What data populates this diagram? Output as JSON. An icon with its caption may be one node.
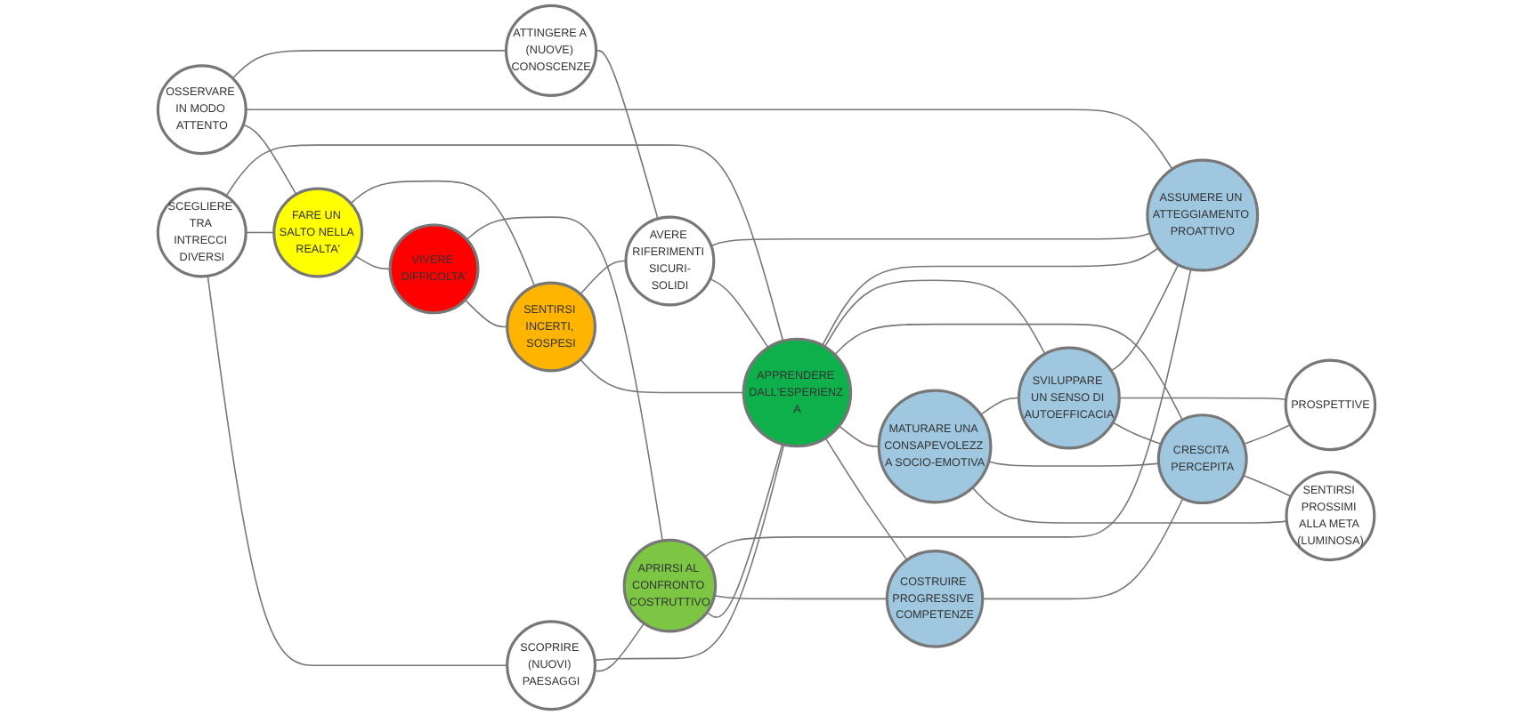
{
  "diagram": {
    "nodes": [
      {
        "text": [
          "SCEGLIERE TRA INTRECCI DIVERSI"
        ]
      },
      {
        "text": [
          "SCOPRIRE (NUOVI) PAESAGGI"
        ]
      },
      {
        "text": [
          "FARE UN SALTO NELLA REALTA'"
        ]
      },
      {
        "text": [
          "VIVERE DIFFICOLTA'"
        ]
      },
      {
        "text": [
          "OSSERVARE IN MODO ATTENTO"
        ]
      },
      {
        "text": [
          "APRIRSI AL CONFRONTO COSTRUTTIVO"
        ]
      },
      {
        "text": [
          "APPRENDERE DALL'ESPERIENZ A"
        ]
      },
      {
        "text": [
          "SENTIRSI INCERTI, SOSPESI"
        ]
      },
      {
        "text": [
          "ATTINGERE A (NUOVE) CONOSCENZE"
        ]
      },
      {
        "text": [
          "AVERE RIFERIMENTI SICURI-SOLIDI"
        ]
      },
      {
        "text": [
          "COSTRUIRE PROGRESSIVE COMPETENZE"
        ]
      },
      {
        "text": [
          "MATURARE UNA CONSAPEVOLEZZ A SOCIO-EMOTIVA"
        ]
      },
      {
        "text": [
          "SENTIRSI PROSSIMI ALLA META (LUMINOSA)"
        ]
      },
      {
        "text": [
          "CRESCITA PERCEPITA"
        ]
      },
      {
        "text": [
          "SVILUPPARE UN SENSO DI AUTOEFFICACIA"
        ]
      },
      {
        "text": [
          "PROSPETTIVE"
        ]
      },
      {
        "text": [
          "ASSUMERE UN ATTEGGIAMENTO PROATTIVO"
        ]
      }
    ],
    "edges": [
      {
        "from": 0,
        "to": 1,
        "arrow": "none"
      },
      {
        "from": 0,
        "to": 2,
        "arrow": "none"
      },
      {
        "from": 0,
        "to": 6,
        "arrow": "none"
      },
      {
        "from": 1,
        "to": 5,
        "arrow": "none"
      },
      {
        "from": 1,
        "to": 6,
        "arrow": "none"
      },
      {
        "from": 2,
        "to": 3,
        "arrow": "none"
      },
      {
        "from": 4,
        "to": 2,
        "arrow": "none"
      },
      {
        "from": 2,
        "to": 7,
        "arrow": "none"
      },
      {
        "from": 3,
        "to": 7,
        "arrow": "none"
      },
      {
        "from": 3,
        "to": 5,
        "arrow": "none"
      },
      {
        "from": 4,
        "to": 16,
        "arrow": "none"
      },
      {
        "from": 4,
        "to": 8,
        "arrow": "none"
      },
      {
        "from": 7,
        "to": 6,
        "arrow": "none"
      },
      {
        "from": 7,
        "to": 9,
        "arrow": "none"
      },
      {
        "from": 8,
        "to": 9,
        "arrow": "none"
      },
      {
        "from": 9,
        "to": 6,
        "arrow": "none"
      },
      {
        "from": 9,
        "to": 16,
        "arrow": "none"
      },
      {
        "from": 5,
        "to": 6,
        "arrow": "none"
      },
      {
        "from": 5,
        "to": 10,
        "arrow": "none"
      },
      {
        "from": 5,
        "to": 16,
        "arrow": "none"
      },
      {
        "from": 6,
        "to": 10,
        "arrow": "none"
      },
      {
        "from": 6,
        "to": 11,
        "arrow": "none"
      },
      {
        "from": 6,
        "to": 13,
        "arrow": "none"
      },
      {
        "from": 6,
        "to": 14,
        "arrow": "none"
      },
      {
        "from": 6,
        "to": 16,
        "arrow": "none"
      },
      {
        "from": 10,
        "to": 13,
        "arrow": "none"
      },
      {
        "from": 11,
        "to": 12,
        "arrow": "none"
      },
      {
        "from": 11,
        "to": 13,
        "arrow": "none"
      },
      {
        "from": 11,
        "to": 14,
        "arrow": "none"
      },
      {
        "from": 14,
        "to": 13,
        "arrow": "none"
      },
      {
        "from": 14,
        "to": 15,
        "arrow": "none"
      },
      {
        "from": 14,
        "to": 16,
        "arrow": "none"
      },
      {
        "from": 13,
        "to": 12,
        "arrow": "none"
      },
      {
        "from": 13,
        "to": 15,
        "arrow": "none"
      }
    ]
  }
}
